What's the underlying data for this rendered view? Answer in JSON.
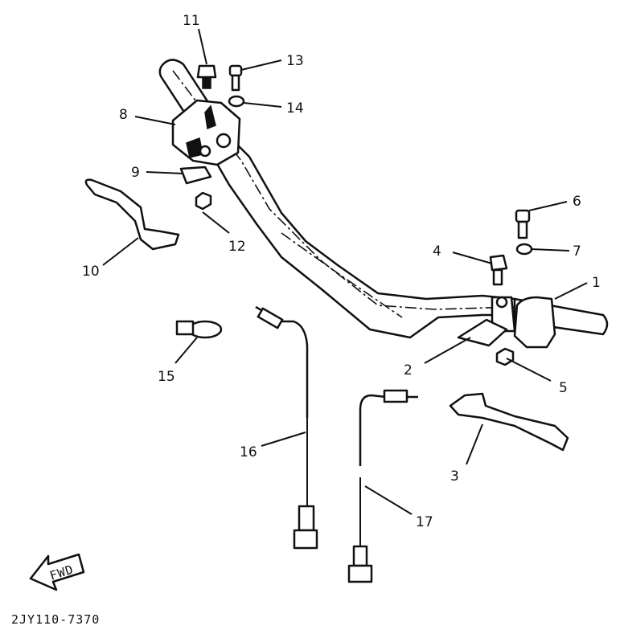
{
  "callouts": {
    "c1": "1",
    "c2": "2",
    "c3": "3",
    "c4": "4",
    "c5": "5",
    "c6": "6",
    "c7": "7",
    "c8": "8",
    "c9": "9",
    "c10": "10",
    "c11": "11",
    "c12": "12",
    "c13": "13",
    "c14": "14",
    "c15": "15",
    "c16": "16",
    "c17": "17"
  },
  "fwd_label": "FWD",
  "reference_code": "2JY110-7370"
}
